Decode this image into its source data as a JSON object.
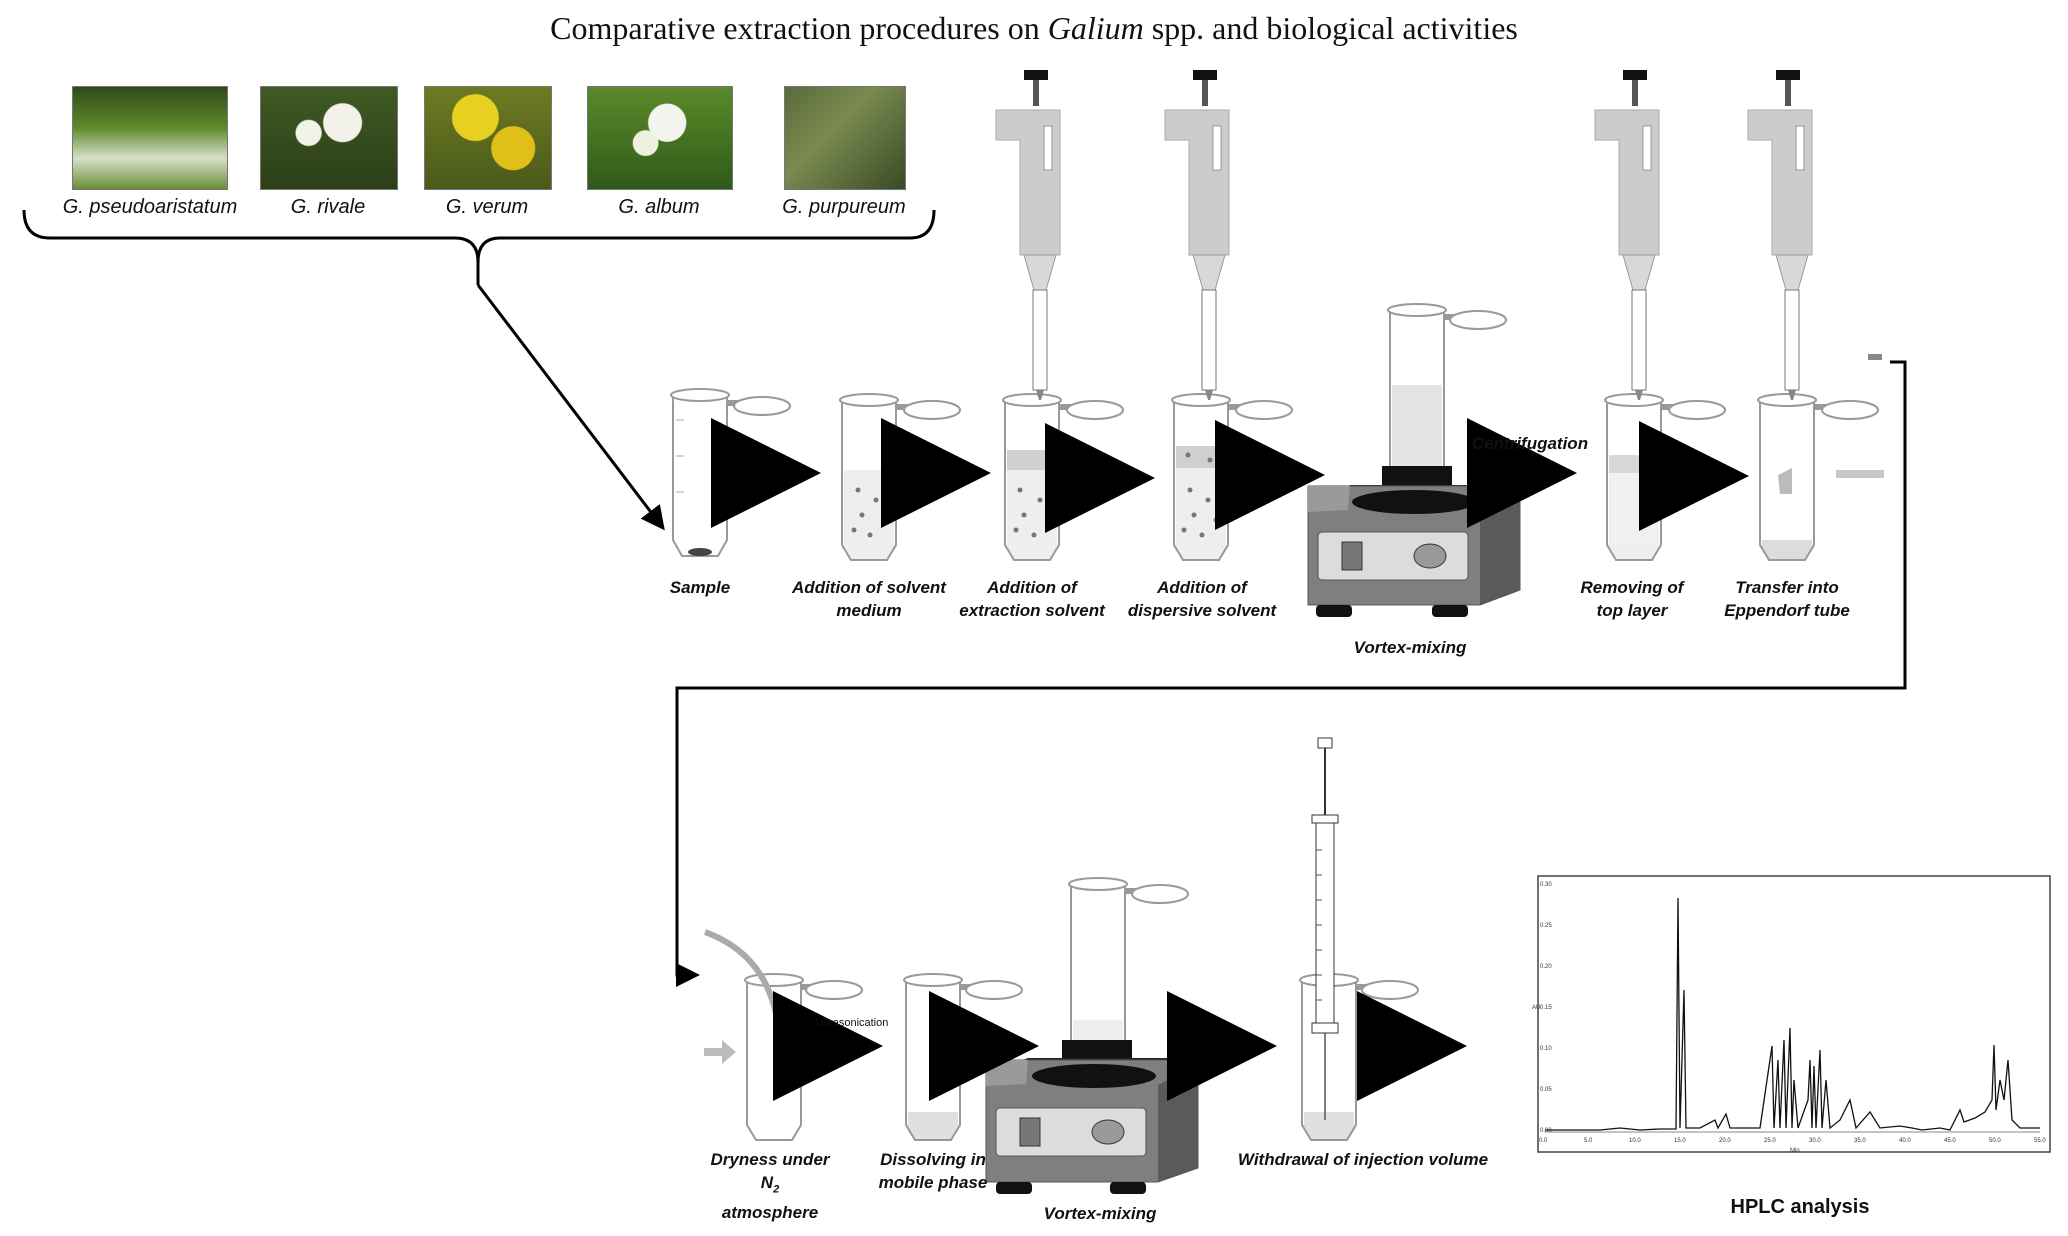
{
  "title": {
    "prefix": "Comparative extraction procedures on ",
    "genus": "Galium",
    "suffix": " spp. and biological activities"
  },
  "species": [
    "G. pseudoaristatum",
    "G. rivale",
    "G. verum",
    "G. album",
    "G. purpureum"
  ],
  "steps": {
    "sample": "Sample",
    "solvent_medium": [
      "Addition of solvent",
      "medium"
    ],
    "extraction_solvent": [
      "Addition of",
      "extraction solvent"
    ],
    "dispersive_solvent": [
      "Addition of",
      "dispersive solvent"
    ],
    "vortex1": "Vortex-mixing",
    "centrifugation": "Centrifugation",
    "removing": [
      "Removing of",
      "top layer"
    ],
    "transfer": [
      "Transfer into",
      "Eppendorf tube"
    ],
    "dryness_line1": "Dryness under",
    "dryness_n": "N",
    "dryness_sub": "2",
    "dryness_line3": "atmosphere",
    "ultrasonication": "Ultrasonication",
    "dissolving": [
      "Dissolving in",
      "mobile phase"
    ],
    "vortex2": "Vortex-mixing",
    "withdrawal": "Withdrawal of injection volume",
    "hplc": "HPLC analysis"
  },
  "chromatogram": {
    "x_ticks": [
      "0.0",
      "5.0",
      "10.0",
      "15.0",
      "20.0",
      "25.0",
      "30.0",
      "35.0",
      "40.0",
      "45.0",
      "50.0",
      "55.0"
    ],
    "x_label": "Min",
    "y_ticks": [
      "0.00",
      "0.05",
      "0.10",
      "0.15",
      "0.20",
      "0.25",
      "0.30"
    ],
    "y_label": "AU"
  },
  "colors": {
    "arrow": "#000000",
    "tube_outline": "#888888",
    "pipette": "#c8c8c8",
    "vortex_body": "#808080"
  }
}
